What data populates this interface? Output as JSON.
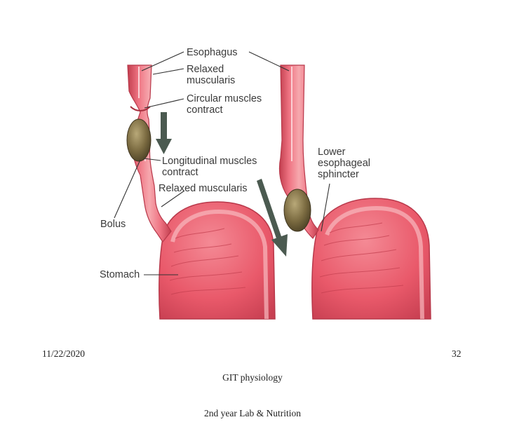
{
  "diagram": {
    "labels": {
      "esophagus": "Esophagus",
      "relaxed_muscularis_top": "Relaxed\nmuscularis",
      "circular_muscles": "Circular muscles\ncontract",
      "longitudinal_muscles": "Longitudinal muscles\ncontract",
      "relaxed_muscularis_mid": "Relaxed muscularis",
      "bolus": "Bolus",
      "stomach": "Stomach",
      "lower_sphincter": "Lower\nesophageal\nsphincter"
    },
    "colors": {
      "tissue": "#e9596a",
      "tissue_light": "#f6a8ae",
      "tissue_dark": "#c23e4e",
      "bolus": "#7a6a40",
      "arrow": "#4b5a50",
      "leader": "#333333"
    }
  },
  "footer": {
    "date": "11/22/2020",
    "title_line1": "GIT physiology",
    "title_line2": "2nd year Lab & Nutrition",
    "page": "32"
  }
}
